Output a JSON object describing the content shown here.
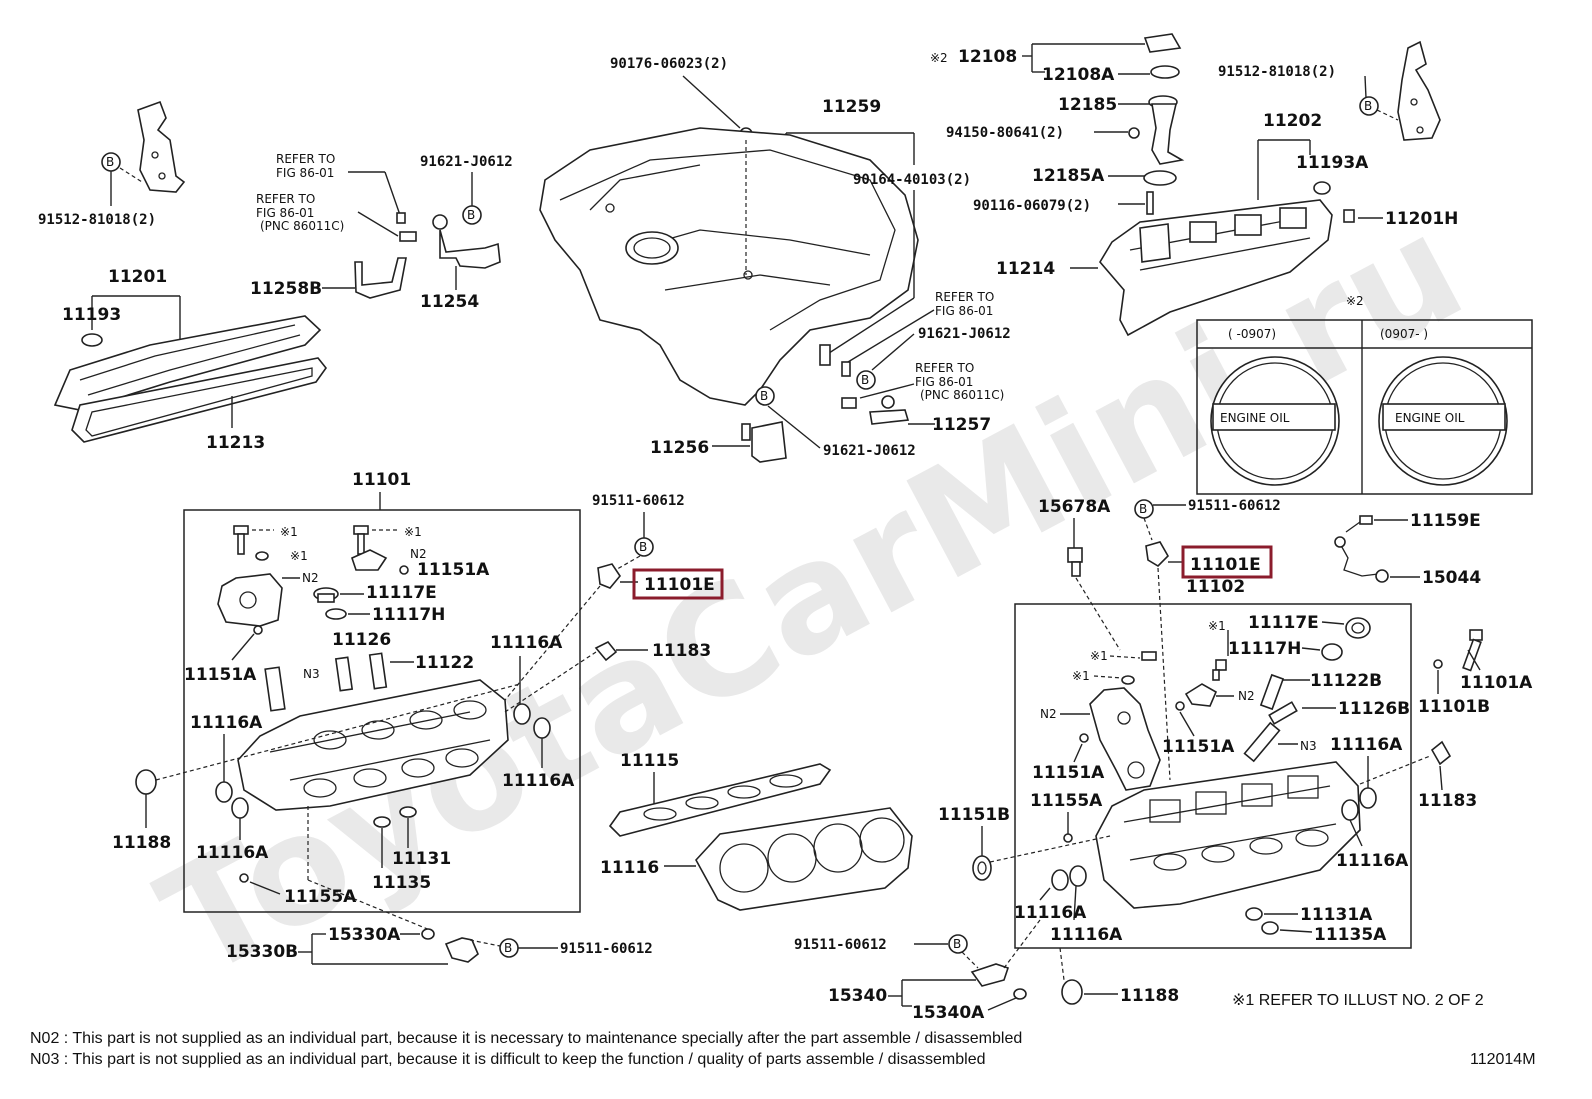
{
  "diagram": {
    "diagram_id": "112014M",
    "watermark": "ToyotaCarMini.ru",
    "labels": {
      "c90176": "90176-06023(2)",
      "c11259": "11259",
      "c12108": "12108",
      "mark2_12108": "※2",
      "c12108A": "12108A",
      "c91512r": "91512-81018(2)",
      "c12185": "12185",
      "c94150": "94150-80641(2)",
      "c11202": "11202",
      "c11193A": "11193A",
      "c90164": "90164-40103(2)",
      "c12185A": "12185A",
      "c90116": "90116-06079(2)",
      "c11201H": "11201H",
      "c11214": "11214",
      "c91512l": "91512-81018(2)",
      "c91621a": "91621-J0612",
      "c11201": "11201",
      "c11193": "11193",
      "c11258B": "11258B",
      "c11254": "11254",
      "c11213": "11213",
      "c91621b": "91621-J0612",
      "c11257": "11257",
      "c11256": "11256",
      "c91621c": "91621-J0612",
      "mark2_box": "※2",
      "box_col1": "(     -0907)",
      "box_col2": "(0907-      )",
      "engine_oil": "ENGINE OIL",
      "c11101": "11101",
      "c91511a": "91511-60612",
      "c11101E_l": "11101E",
      "c11151A_t": "11151A",
      "c11117E_l": "11117E",
      "c11117H_l": "11117H",
      "c11126": "11126",
      "c11122": "11122",
      "c11151A_l": "11151A",
      "c11116A_1": "11116A",
      "c11183_l": "11183",
      "c11116A_2": "11116A",
      "c11116A_3": "11116A",
      "c11188_l": "11188",
      "c11116A_4": "11116A",
      "c11131": "11131",
      "c11135": "11135",
      "c11155A_l": "11155A",
      "c15330B": "15330B",
      "c15330A": "15330A",
      "c91511b": "91511-60612",
      "c11115": "11115",
      "c11116": "11116",
      "c15678A": "15678A",
      "c91511c": "91511-60612",
      "c11101E_r": "11101E",
      "c11102": "11102",
      "c11159E": "11159E",
      "c15044": "15044",
      "c11117E_r": "11117E",
      "c11117H_r": "11117H",
      "c11122B": "11122B",
      "c11126B": "11126B",
      "c11101A": "11101A",
      "c11101B": "11101B",
      "c11151A_r1": "11151A",
      "c11151A_r2": "11151A",
      "c11155A_r": "11155A",
      "c11116A_r1": "11116A",
      "c11183_r": "11183",
      "c11151B": "11151B",
      "c11116A_r2": "11116A",
      "c11116A_r3": "11116A",
      "c11116A_r4": "11116A",
      "c11131A": "11131A",
      "c11135A": "11135A",
      "c91511d": "91511-60612",
      "c15340": "15340",
      "c15340A": "15340A",
      "c11188_r": "11188",
      "refer1": "REFER TO",
      "refer2": "FIG  86-01",
      "pnc": "(PNC 86011C)",
      "note1": "1",
      "n2": "N2",
      "n3": "N3",
      "b": "B"
    },
    "footnotes": {
      "mark1": "※1  REFER TO ILLUST NO. 2 OF 2",
      "n2_note": "N02 : This part is not supplied as an individual part, because it is necessary to maintenance specially after the part assemble / disassembled",
      "n3_note": "N03 : This part is not supplied as an individual part, because it is difficult to keep the function / quality of parts  assemble / disassembled"
    }
  }
}
